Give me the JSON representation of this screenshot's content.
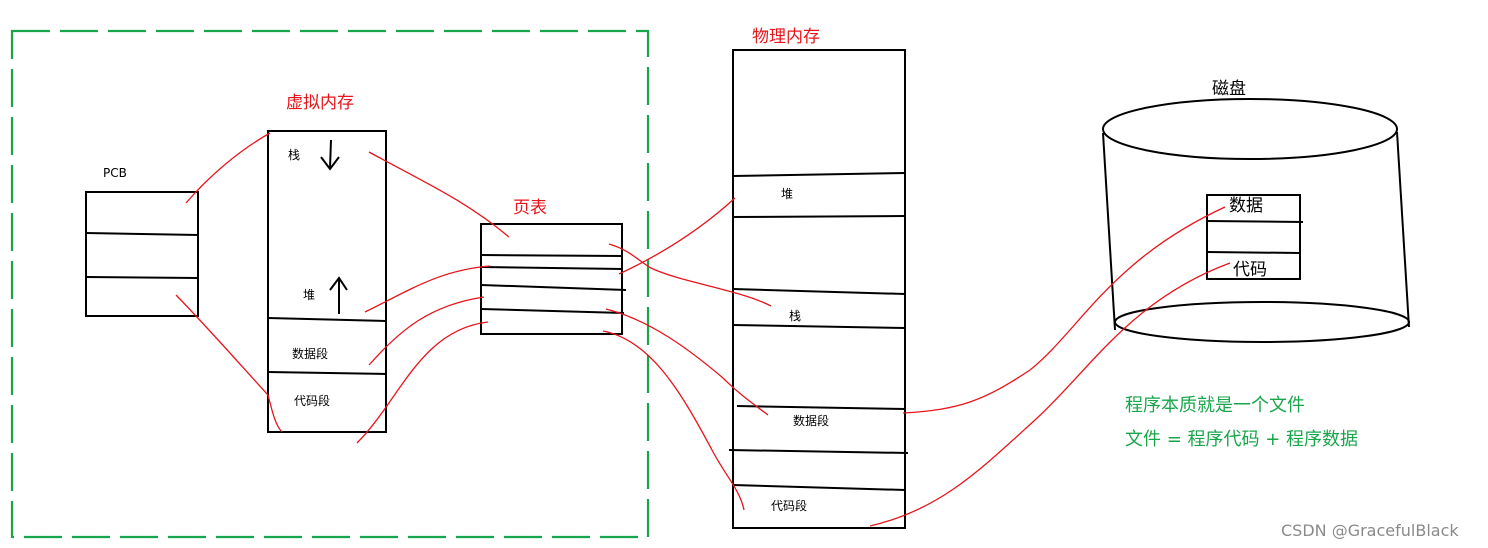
{
  "colors": {
    "red": "#e8151b",
    "green": "#19a64a",
    "black": "#000000",
    "watermark": "#8a8a8a"
  },
  "labels": {
    "pcb": "PCB",
    "virtual_memory": "虚拟内存",
    "page_table": "页表",
    "physical_memory": "物理内存",
    "disk": "磁盘",
    "vm_stack": "栈",
    "vm_heap": "堆",
    "vm_data": "数据段",
    "vm_code": "代码段",
    "pm_heap": "堆",
    "pm_stack": "栈",
    "pm_data": "数据段",
    "pm_code": "代码段",
    "disk_data": "数据",
    "disk_code": "代码",
    "note_line1": "程序本质就是一个文件",
    "note_line2": "文件 = 程序代码 + 程序数据",
    "watermark": "CSDN @GracefulBlack"
  }
}
